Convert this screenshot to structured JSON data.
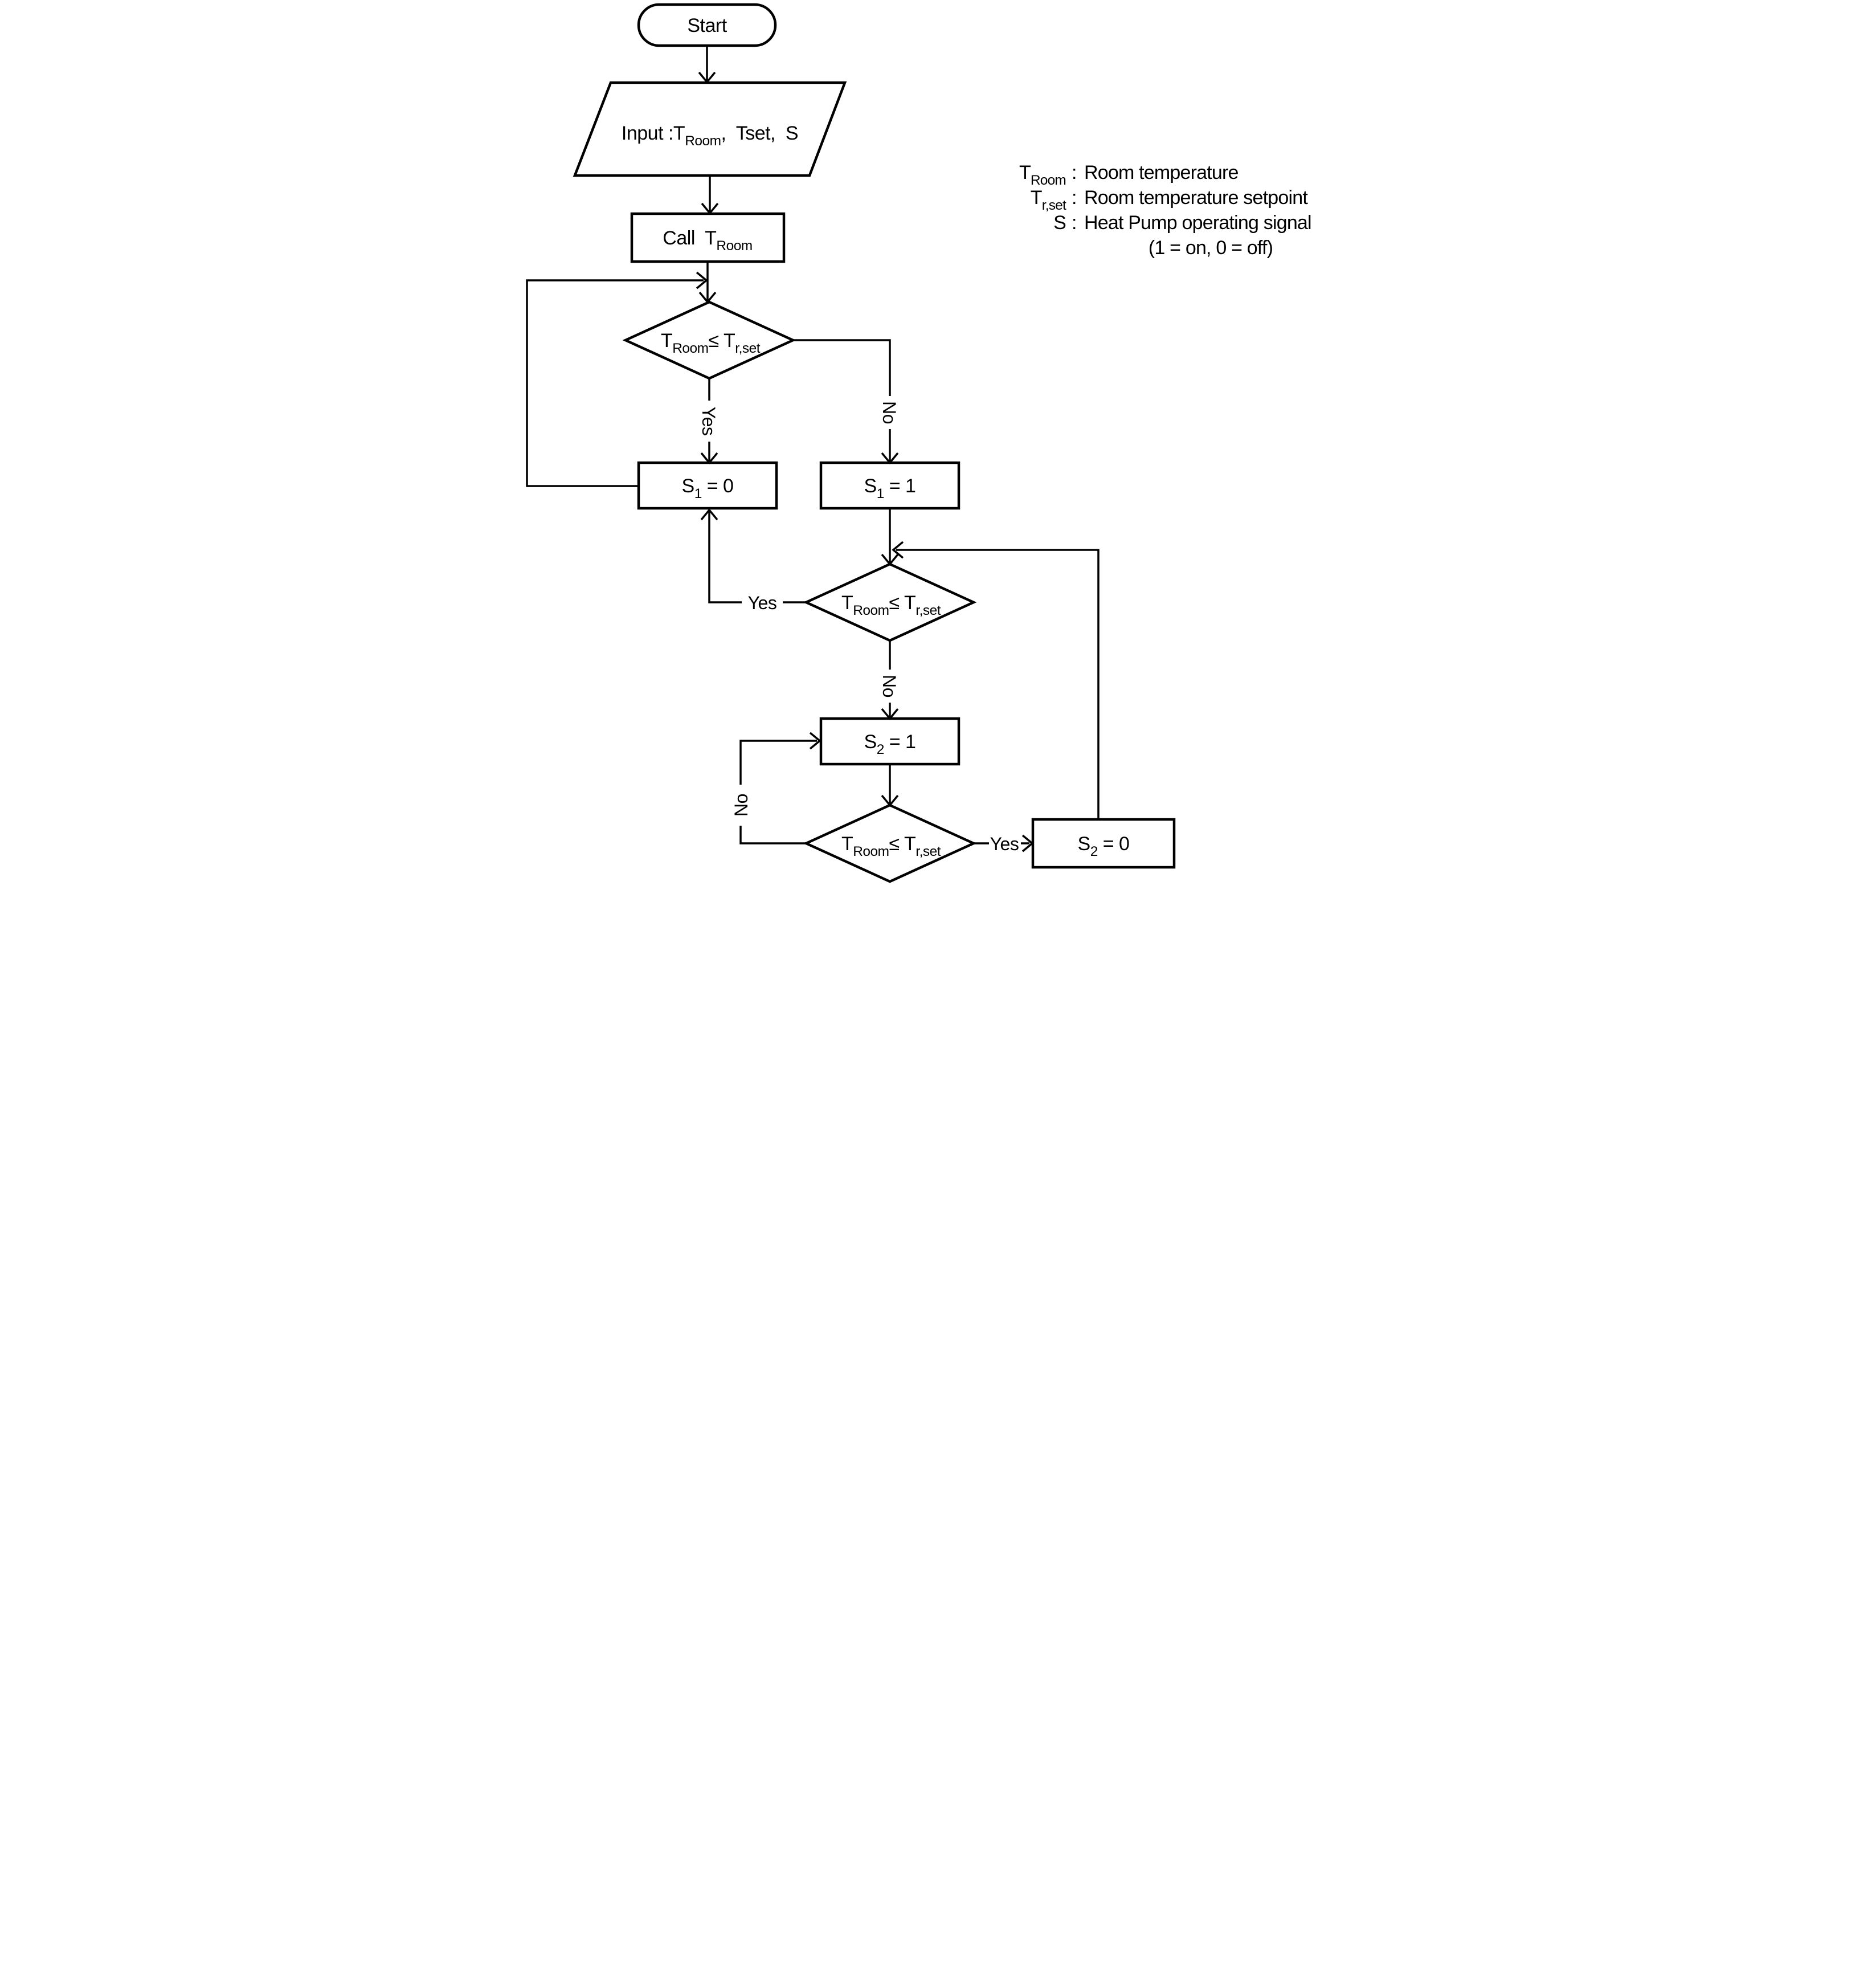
{
  "diagram": {
    "title_semantic": "Heat pump on/off control flowchart",
    "colors": {
      "ink": "#000000",
      "background": "#ffffff"
    },
    "nodes": {
      "start": {
        "label": "Start"
      },
      "input": {
        "label": "Input :T_{Room},  Tset,  S"
      },
      "call_troom": {
        "label": "Call  T_{Room}"
      },
      "decision1": {
        "label": "T_{Room}≤ T_{r,set}"
      },
      "s1_off": {
        "label": "S_{1} = 0"
      },
      "s1_on": {
        "label": "S_{1} = 1"
      },
      "decision2": {
        "label": "T_{Room}≤ T_{r,set}"
      },
      "s2_on": {
        "label": "S_{2} = 1"
      },
      "decision3": {
        "label": "T_{Room}≤ T_{r,set}"
      },
      "s2_off": {
        "label": "S_{2} = 0"
      }
    },
    "edge_labels": {
      "d1_yes": "Yes",
      "d1_no": "No",
      "d2_yes": "Yes",
      "d2_no": "No",
      "d3_yes": "Yes",
      "d3_no": "No"
    },
    "legend": {
      "rows": [
        {
          "term": "T_{Room}",
          "sep": ":",
          "definition": "Room temperature"
        },
        {
          "term": "T_{r,set}",
          "sep": ":",
          "definition": "Room temperature setpoint"
        },
        {
          "term": "S",
          "sep": ":",
          "definition": "Heat Pump operating signal"
        }
      ],
      "note": "(1 = on, 0 = off)"
    }
  }
}
